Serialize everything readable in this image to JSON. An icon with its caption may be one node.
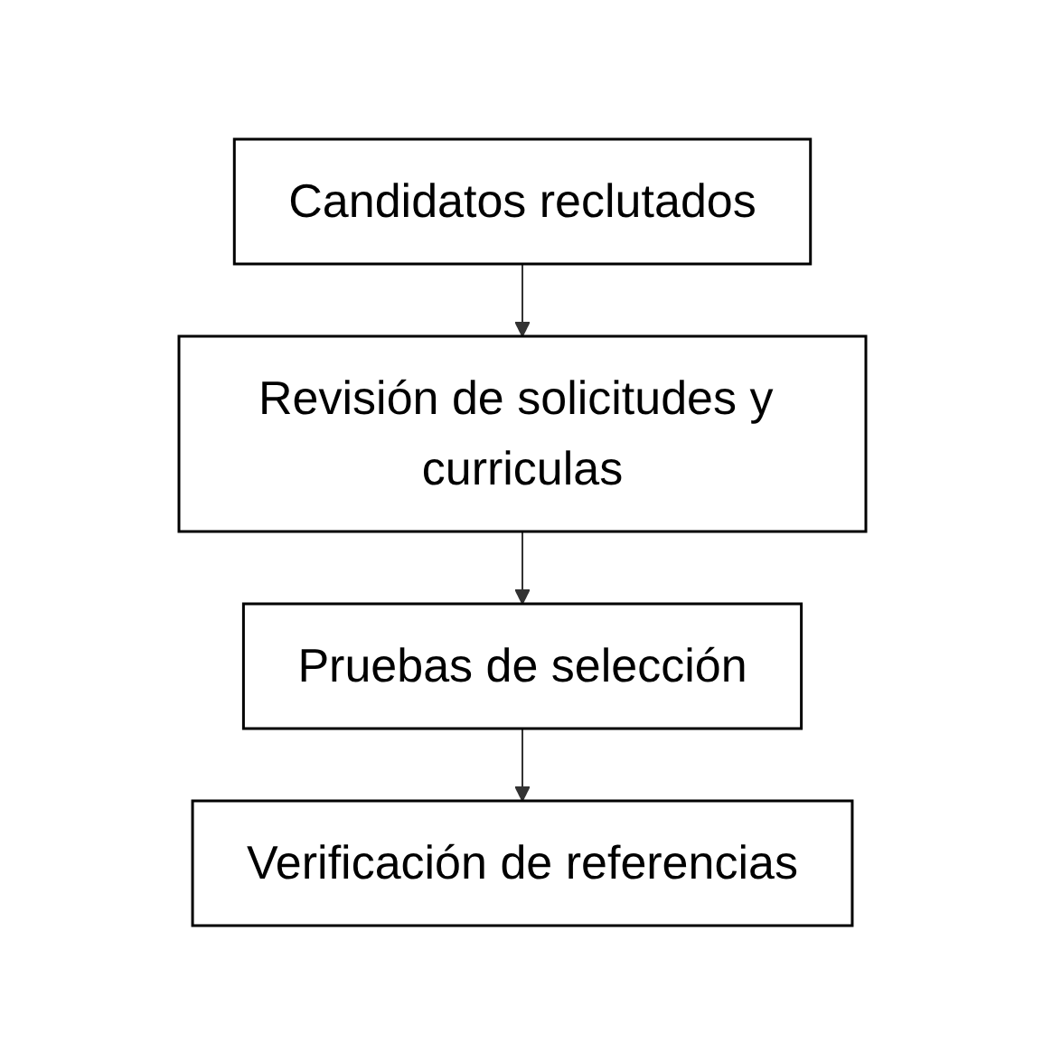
{
  "diagram": {
    "nodes": [
      {
        "text": [
          "Candidatos reclutados"
        ]
      },
      {
        "text": [
          "Revisión de solicitudes y curriculas"
        ]
      },
      {
        "text": [
          "Pruebas de selección"
        ]
      },
      {
        "text": [
          "Verificación de referencias"
        ]
      }
    ],
    "edges": [
      {
        "from": 0,
        "to": 1,
        "arrow": "to"
      },
      {
        "from": 1,
        "to": 2,
        "arrow": "to"
      },
      {
        "from": 2,
        "to": 3,
        "arrow": "to"
      }
    ]
  }
}
